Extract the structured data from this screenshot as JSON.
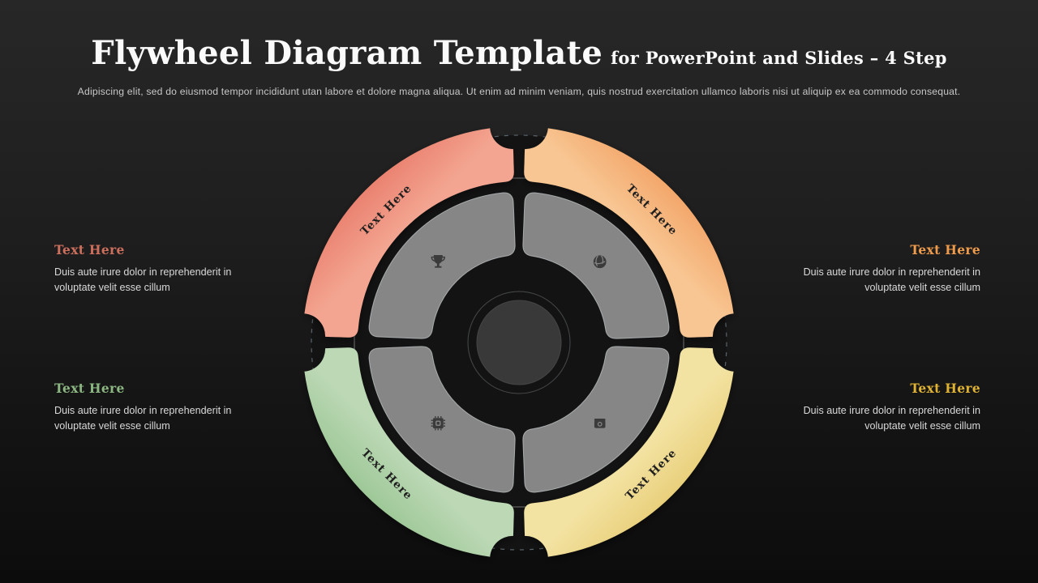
{
  "header": {
    "title_main": "Flywheel Diagram Template",
    "title_sub": "for PowerPoint and Slides – 4 Step",
    "description": "Adipiscing elit, sed do eiusmod tempor incididunt utan labore et dolore magna aliqua. Ut enim ad minim veniam, quis nostrud exercitation ullamco laboris nisi ut aliquip ex ea commodo consequat."
  },
  "diagram": {
    "segments": [
      {
        "position": "top-left",
        "arc_label": "Text Here",
        "icon": "trophy-icon",
        "color_outer": "#ea8270",
        "color_inner": "#f3a591"
      },
      {
        "position": "top-right",
        "arc_label": "Text Here",
        "icon": "globe-icon",
        "color_outer": "#f3a76b",
        "color_inner": "#f8c693"
      },
      {
        "position": "bottom-left",
        "arc_label": "Text Here",
        "icon": "chip-icon",
        "color_outer": "#9ec897",
        "color_inner": "#bcd8b5"
      },
      {
        "position": "bottom-right",
        "arc_label": "Text Here",
        "icon": "camera-icon",
        "color_outer": "#e9d07c",
        "color_inner": "#f3e3a3"
      }
    ],
    "ring_fill": "#868686",
    "ring_stroke": "#c9cfd2",
    "icon_color": "#3b3b3b",
    "dash_color": "#5a646b",
    "hub_fill": "#393939"
  },
  "callouts": [
    {
      "position": "left-top",
      "title": "Text Here",
      "accent": "#cd6f5d",
      "body": "Duis aute irure dolor in reprehenderit in voluptate velit esse cillum"
    },
    {
      "position": "right-top",
      "title": "Text Here",
      "accent": "#ee9b4c",
      "body": "Duis aute irure dolor in reprehenderit in voluptate velit esse cillum"
    },
    {
      "position": "left-bottom",
      "title": "Text Here",
      "accent": "#8cb782",
      "body": "Duis aute irure dolor in reprehenderit in voluptate velit esse cillum"
    },
    {
      "position": "right-bottom",
      "title": "Text Here",
      "accent": "#dfb234",
      "body": "Duis aute irure dolor in reprehenderit in voluptate velit esse cillum"
    }
  ]
}
